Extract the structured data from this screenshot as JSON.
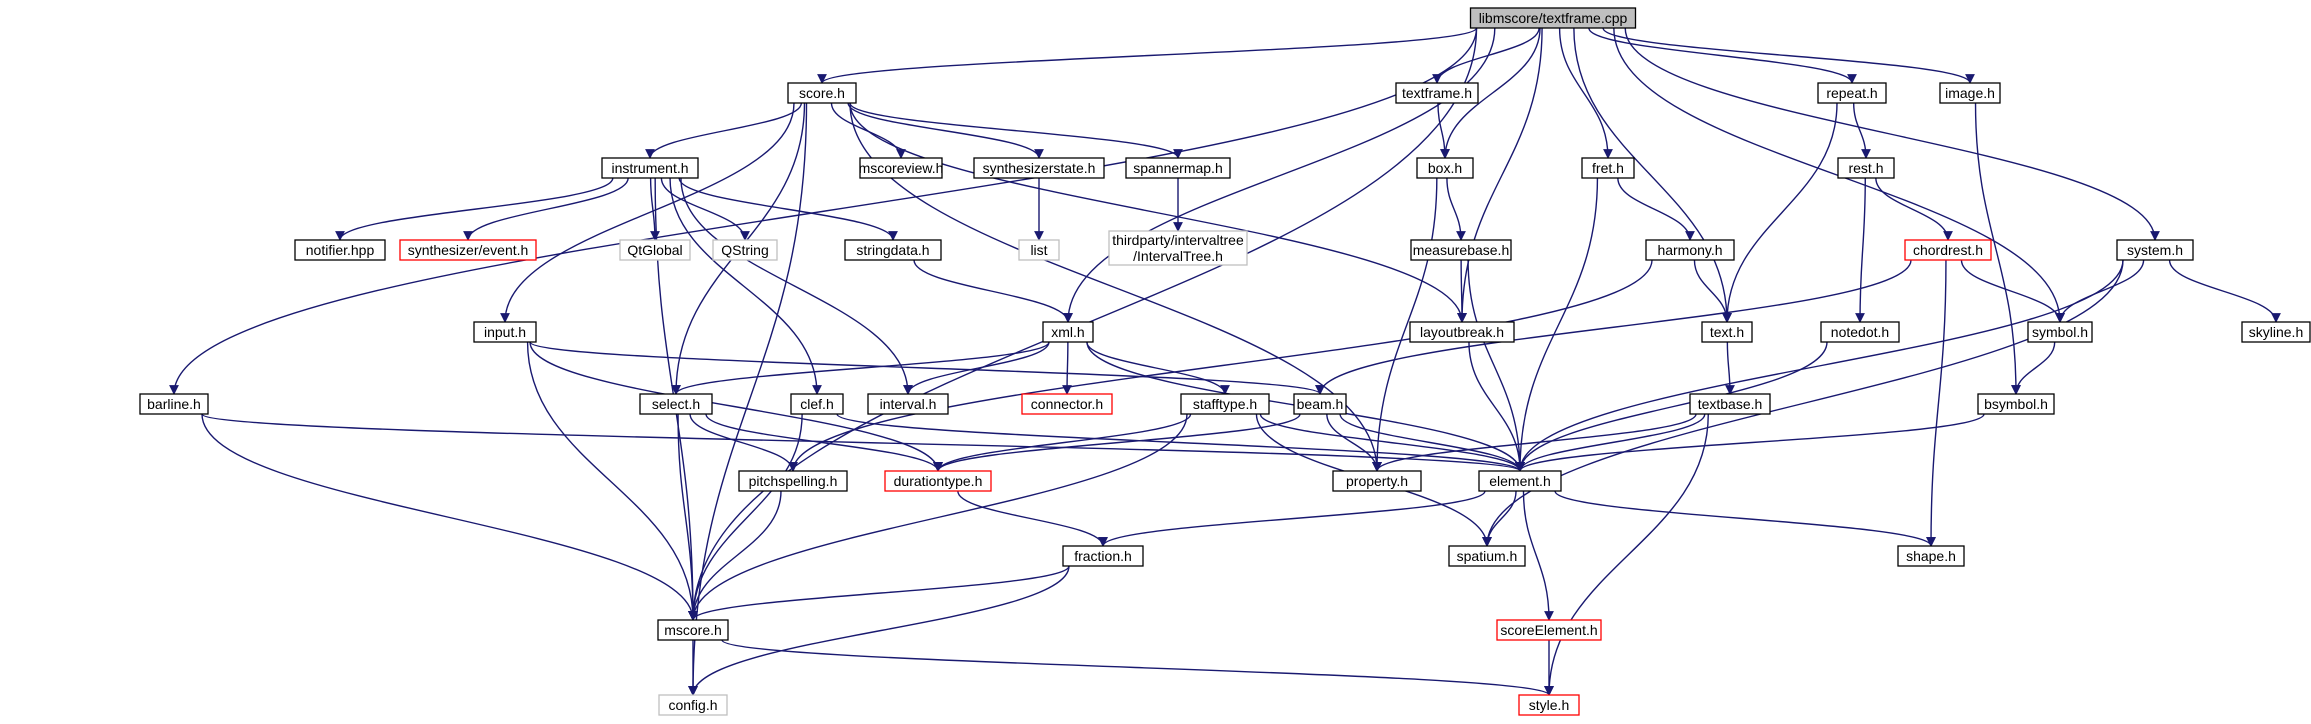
{
  "graph": {
    "colors": {
      "edge": "#191970",
      "border_normal": "#000000",
      "border_missing": "#ff0000",
      "border_external": "#bfbfbf",
      "fill_root": "#bfbfbf",
      "fill": "#ffffff"
    },
    "nodes": [
      {
        "id": "root",
        "lines": [
          "libmscore/textframe.cpp"
        ],
        "kind": "root"
      },
      {
        "id": "score",
        "lines": [
          "score.h"
        ],
        "kind": "normal"
      },
      {
        "id": "textframe",
        "lines": [
          "textframe.h"
        ],
        "kind": "normal"
      },
      {
        "id": "repeat",
        "lines": [
          "repeat.h"
        ],
        "kind": "normal"
      },
      {
        "id": "image",
        "lines": [
          "image.h"
        ],
        "kind": "normal"
      },
      {
        "id": "instrument",
        "lines": [
          "instrument.h"
        ],
        "kind": "normal"
      },
      {
        "id": "mscoreview",
        "lines": [
          "mscoreview.h"
        ],
        "kind": "normal"
      },
      {
        "id": "synthstate",
        "lines": [
          "synthesizerstate.h"
        ],
        "kind": "normal"
      },
      {
        "id": "spannermap",
        "lines": [
          "spannermap.h"
        ],
        "kind": "normal"
      },
      {
        "id": "box",
        "lines": [
          "box.h"
        ],
        "kind": "normal"
      },
      {
        "id": "fret",
        "lines": [
          "fret.h"
        ],
        "kind": "normal"
      },
      {
        "id": "rest",
        "lines": [
          "rest.h"
        ],
        "kind": "normal"
      },
      {
        "id": "notifier",
        "lines": [
          "notifier.hpp"
        ],
        "kind": "normal"
      },
      {
        "id": "synthevent",
        "lines": [
          "synthesizer/event.h"
        ],
        "kind": "missing"
      },
      {
        "id": "qtglobal",
        "lines": [
          "QtGlobal"
        ],
        "kind": "external"
      },
      {
        "id": "qstring",
        "lines": [
          "QString"
        ],
        "kind": "external"
      },
      {
        "id": "stringdata",
        "lines": [
          "stringdata.h"
        ],
        "kind": "normal"
      },
      {
        "id": "list",
        "lines": [
          "list"
        ],
        "kind": "external"
      },
      {
        "id": "intervaltree",
        "lines": [
          "thirdparty/intervaltree",
          "/IntervalTree.h"
        ],
        "kind": "external"
      },
      {
        "id": "measurebase",
        "lines": [
          "measurebase.h"
        ],
        "kind": "normal"
      },
      {
        "id": "harmony",
        "lines": [
          "harmony.h"
        ],
        "kind": "normal"
      },
      {
        "id": "chordrest",
        "lines": [
          "chordrest.h"
        ],
        "kind": "missing"
      },
      {
        "id": "system",
        "lines": [
          "system.h"
        ],
        "kind": "normal"
      },
      {
        "id": "input",
        "lines": [
          "input.h"
        ],
        "kind": "normal"
      },
      {
        "id": "xml",
        "lines": [
          "xml.h"
        ],
        "kind": "normal"
      },
      {
        "id": "layoutbreak",
        "lines": [
          "layoutbreak.h"
        ],
        "kind": "normal"
      },
      {
        "id": "text",
        "lines": [
          "text.h"
        ],
        "kind": "normal"
      },
      {
        "id": "notedot",
        "lines": [
          "notedot.h"
        ],
        "kind": "normal"
      },
      {
        "id": "symbol",
        "lines": [
          "symbol.h"
        ],
        "kind": "normal"
      },
      {
        "id": "skyline",
        "lines": [
          "skyline.h"
        ],
        "kind": "normal"
      },
      {
        "id": "barline",
        "lines": [
          "barline.h"
        ],
        "kind": "normal"
      },
      {
        "id": "select",
        "lines": [
          "select.h"
        ],
        "kind": "normal"
      },
      {
        "id": "clef",
        "lines": [
          "clef.h"
        ],
        "kind": "normal"
      },
      {
        "id": "interval",
        "lines": [
          "interval.h"
        ],
        "kind": "normal"
      },
      {
        "id": "connector",
        "lines": [
          "connector.h"
        ],
        "kind": "missing"
      },
      {
        "id": "stafftype",
        "lines": [
          "stafftype.h"
        ],
        "kind": "normal"
      },
      {
        "id": "beam",
        "lines": [
          "beam.h"
        ],
        "kind": "normal"
      },
      {
        "id": "textbase",
        "lines": [
          "textbase.h"
        ],
        "kind": "normal"
      },
      {
        "id": "bsymbol",
        "lines": [
          "bsymbol.h"
        ],
        "kind": "normal"
      },
      {
        "id": "pitchspelling",
        "lines": [
          "pitchspelling.h"
        ],
        "kind": "normal"
      },
      {
        "id": "durationtype",
        "lines": [
          "durationtype.h"
        ],
        "kind": "missing"
      },
      {
        "id": "property",
        "lines": [
          "property.h"
        ],
        "kind": "normal"
      },
      {
        "id": "element",
        "lines": [
          "element.h"
        ],
        "kind": "normal"
      },
      {
        "id": "fraction",
        "lines": [
          "fraction.h"
        ],
        "kind": "normal"
      },
      {
        "id": "spatium",
        "lines": [
          "spatium.h"
        ],
        "kind": "normal"
      },
      {
        "id": "shape",
        "lines": [
          "shape.h"
        ],
        "kind": "normal"
      },
      {
        "id": "mscore",
        "lines": [
          "mscore.h"
        ],
        "kind": "normal"
      },
      {
        "id": "scoreelement",
        "lines": [
          "scoreElement.h"
        ],
        "kind": "missing"
      },
      {
        "id": "config",
        "lines": [
          "config.h"
        ],
        "kind": "external"
      },
      {
        "id": "style",
        "lines": [
          "style.h"
        ],
        "kind": "missing"
      }
    ],
    "edges": [
      [
        "root",
        "score"
      ],
      [
        "root",
        "textframe"
      ],
      [
        "root",
        "box"
      ],
      [
        "root",
        "fret"
      ],
      [
        "root",
        "repeat"
      ],
      [
        "root",
        "image"
      ],
      [
        "root",
        "system"
      ],
      [
        "root",
        "xml"
      ],
      [
        "root",
        "layoutbreak"
      ],
      [
        "root",
        "text"
      ],
      [
        "root",
        "symbol"
      ],
      [
        "root",
        "barline"
      ],
      [
        "root",
        "mscore"
      ],
      [
        "score",
        "instrument"
      ],
      [
        "score",
        "mscoreview"
      ],
      [
        "score",
        "synthstate"
      ],
      [
        "score",
        "spannermap"
      ],
      [
        "score",
        "input"
      ],
      [
        "score",
        "select"
      ],
      [
        "score",
        "layoutbreak"
      ],
      [
        "score",
        "config"
      ],
      [
        "score",
        "property"
      ],
      [
        "instrument",
        "notifier"
      ],
      [
        "instrument",
        "synthevent"
      ],
      [
        "instrument",
        "qtglobal"
      ],
      [
        "instrument",
        "qstring"
      ],
      [
        "instrument",
        "stringdata"
      ],
      [
        "instrument",
        "clef"
      ],
      [
        "instrument",
        "interval"
      ],
      [
        "instrument",
        "mscore"
      ],
      [
        "synthstate",
        "list"
      ],
      [
        "spannermap",
        "intervaltree"
      ],
      [
        "stringdata",
        "xml"
      ],
      [
        "textframe",
        "box"
      ],
      [
        "box",
        "measurebase"
      ],
      [
        "box",
        "property"
      ],
      [
        "measurebase",
        "layoutbreak"
      ],
      [
        "measurebase",
        "element"
      ],
      [
        "fret",
        "harmony"
      ],
      [
        "fret",
        "element"
      ],
      [
        "harmony",
        "text"
      ],
      [
        "harmony",
        "pitchspelling"
      ],
      [
        "repeat",
        "rest"
      ],
      [
        "repeat",
        "text"
      ],
      [
        "rest",
        "chordrest"
      ],
      [
        "rest",
        "notedot"
      ],
      [
        "chordrest",
        "symbol"
      ],
      [
        "chordrest",
        "beam"
      ],
      [
        "chordrest",
        "shape"
      ],
      [
        "image",
        "bsymbol"
      ],
      [
        "system",
        "symbol"
      ],
      [
        "system",
        "skyline"
      ],
      [
        "system",
        "element"
      ],
      [
        "system",
        "spatium"
      ],
      [
        "symbol",
        "bsymbol"
      ],
      [
        "bsymbol",
        "element"
      ],
      [
        "input",
        "beam"
      ],
      [
        "input",
        "durationtype"
      ],
      [
        "input",
        "mscore"
      ],
      [
        "xml",
        "select"
      ],
      [
        "xml",
        "interval"
      ],
      [
        "xml",
        "connector"
      ],
      [
        "xml",
        "stafftype"
      ],
      [
        "xml",
        "element"
      ],
      [
        "layoutbreak",
        "element"
      ],
      [
        "text",
        "textbase"
      ],
      [
        "notedot",
        "element"
      ],
      [
        "textbase",
        "property"
      ],
      [
        "textbase",
        "element"
      ],
      [
        "textbase",
        "style"
      ],
      [
        "barline",
        "element"
      ],
      [
        "barline",
        "mscore"
      ],
      [
        "select",
        "pitchspelling"
      ],
      [
        "select",
        "durationtype"
      ],
      [
        "select",
        "mscore"
      ],
      [
        "clef",
        "element"
      ],
      [
        "clef",
        "mscore"
      ],
      [
        "stafftype",
        "element"
      ],
      [
        "stafftype",
        "durationtype"
      ],
      [
        "stafftype",
        "spatium"
      ],
      [
        "stafftype",
        "mscore"
      ],
      [
        "beam",
        "durationtype"
      ],
      [
        "beam",
        "property"
      ],
      [
        "beam",
        "element"
      ],
      [
        "pitchspelling",
        "mscore"
      ],
      [
        "durationtype",
        "fraction"
      ],
      [
        "element",
        "fraction"
      ],
      [
        "element",
        "spatium"
      ],
      [
        "element",
        "shape"
      ],
      [
        "element",
        "scoreelement"
      ],
      [
        "fraction",
        "mscore"
      ],
      [
        "fraction",
        "config"
      ],
      [
        "mscore",
        "config"
      ],
      [
        "mscore",
        "style"
      ],
      [
        "scoreelement",
        "style"
      ]
    ]
  }
}
